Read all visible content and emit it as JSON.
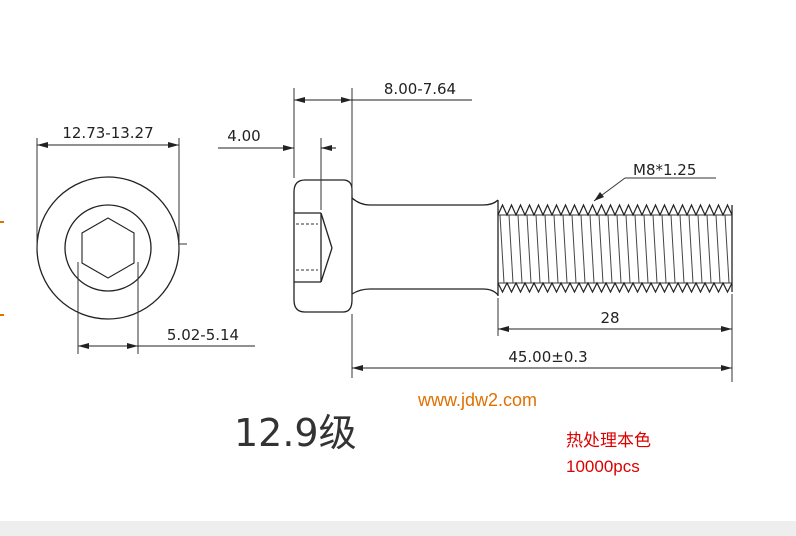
{
  "dimensions": {
    "head_diameter": "12.73-13.27",
    "socket_size": "5.02-5.14",
    "head_height": "8.00-7.64",
    "socket_depth": "4.00",
    "thread_spec": "M8*1.25",
    "thread_length": "28",
    "total_length": "45.00±0.3"
  },
  "grade_label": "12.9级",
  "website": "www.jdw2.com",
  "notes": {
    "finish": "热处理本色",
    "quantity": "10000pcs"
  },
  "colors": {
    "line": "#222222",
    "website": "#e07000",
    "notes": "#dd0000"
  }
}
